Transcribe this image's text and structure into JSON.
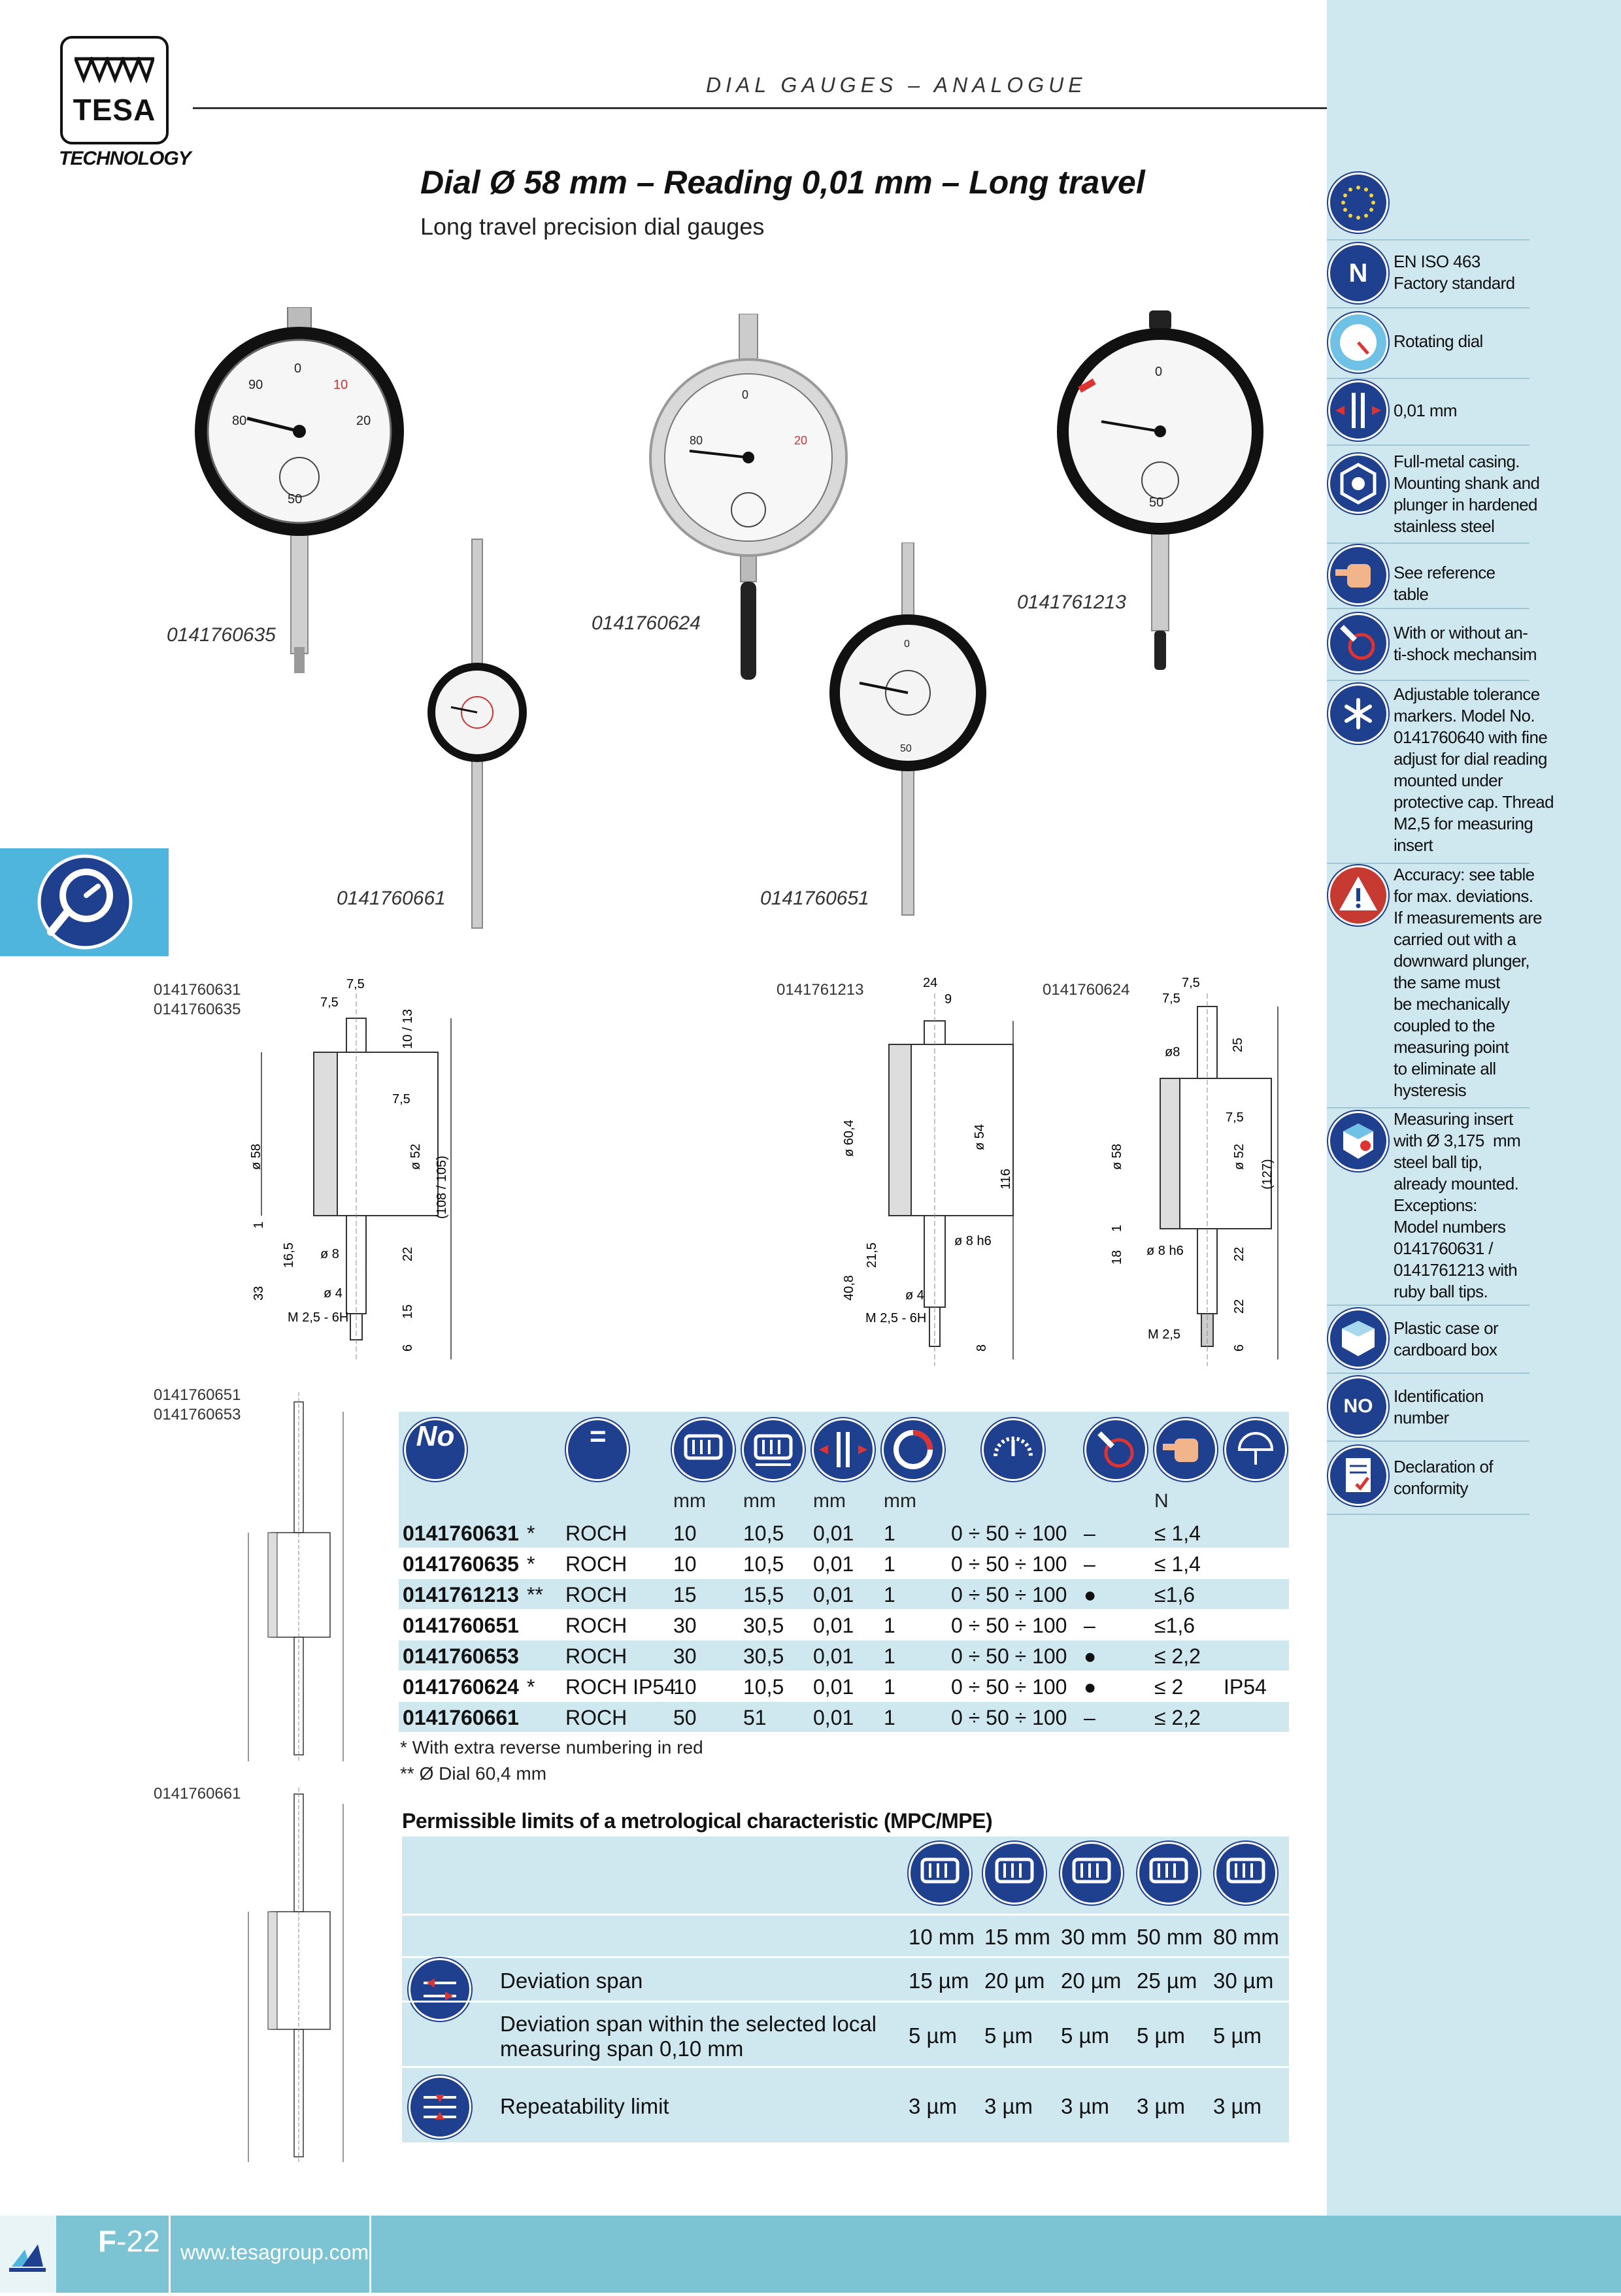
{
  "header": {
    "logo_text": "TESA",
    "logo_sub": "TECHNOLOGY",
    "section": "DIAL GAUGES – ANALOGUE",
    "title": "Dial  Ø 58 mm – Reading 0,01 mm – Long travel",
    "subtitle": "Long travel precision dial gauges"
  },
  "features": [
    {
      "icon": "eu-stars-icon",
      "text": ""
    },
    {
      "icon": "standard-n-icon",
      "text": "EN ISO 463\nFactory standard"
    },
    {
      "icon": "rotating-dial-icon",
      "text": "Rotating dial"
    },
    {
      "icon": "reading-icon",
      "text": "0,01 mm"
    },
    {
      "icon": "metal-casing-icon",
      "text": "Full-metal casing.\nMounting shank and\nplunger in hardened\nstainless steel"
    },
    {
      "icon": "hand-icon",
      "text": "See reference table"
    },
    {
      "icon": "anti-shock-icon",
      "text": "With or without an-\nti-shock mechansim"
    },
    {
      "icon": "tolerance-markers-icon",
      "text": "Adjustable tolerance\nmarkers. Model No.\n0141760640 with fine\nadjust for dial reading\nmounted under\nprotective cap. Thread\nM2,5 for measuring\ninsert"
    },
    {
      "icon": "warning-icon",
      "text": "Accuracy: see table\nfor max. deviations.\nIf measurements are\ncarried out with a\ndownward plunger,\nthe same must\nbe mechanically\ncoupled to the\nmeasuring point\nto eliminate all\nhysteresis"
    },
    {
      "icon": "ball-tip-icon",
      "text": "Measuring insert\nwith Ø 3,175  mm\nsteel ball tip,\nalready mounted.\nExceptions:\nModel numbers\n0141760631 /\n0141761213 with\nruby ball tips."
    },
    {
      "icon": "case-icon",
      "text": "Plastic case or\ncardboard box"
    },
    {
      "icon": "id-number-icon",
      "text": "Identification\nnumber"
    },
    {
      "icon": "conformity-icon",
      "text": "Declaration of\nconformity"
    }
  ],
  "gauges": [
    {
      "part": "0141760635",
      "bezel": "#111111"
    },
    {
      "part": "0141760661",
      "bezel": "#111111"
    },
    {
      "part": "0141760624",
      "bezel": "#d9d9d9"
    },
    {
      "part": "0141760651",
      "bezel": "#111111"
    },
    {
      "part": "0141761213",
      "bezel": "#111111"
    }
  ],
  "drawings": {
    "d1_label": "0141760631\n0141760635",
    "d2_label": "0141761213",
    "d3_label": "0141760624",
    "d4_label": "0141760651\n0141760653",
    "d5_label": "0141760661",
    "d1": {
      "a": "7,5",
      "b": "7,5",
      "c": "10 / 13",
      "d": "7,5",
      "e": "ø 58",
      "f": "ø 52",
      "g": "(108 / 105)",
      "h": "16,5",
      "i": "1",
      "j": "ø 8",
      "k": "22",
      "l": "33",
      "m": "ø 4",
      "n": "M 2,5 - 6H",
      "o": "15",
      "p": "6"
    },
    "d2": {
      "a": "24",
      "b": "9",
      "e": "ø 60,4",
      "f": "ø 54",
      "g": "116",
      "h": "21,5",
      "j": "ø 8 h6",
      "l": "40,8",
      "m": "ø 4",
      "n": "M 2,5 - 6H",
      "p": "8"
    },
    "d3": {
      "a": "7,5",
      "b": "7,5",
      "c": "25",
      "j1": "ø8",
      "d": "7,5",
      "e": "ø 58",
      "f": "ø 52",
      "g": "(127)",
      "i": "1",
      "h": "18",
      "j": "ø 8 h6",
      "k": "22",
      "k2": "22",
      "n": "M 2,5",
      "p": "6"
    }
  },
  "table": {
    "header_icons": [
      "id-number-icon",
      "brand-icon",
      "range-icon",
      "travel-icon",
      "reading-icon",
      "revolution-icon",
      "dial-icon",
      "anti-shock-icon",
      "force-icon",
      "ip-icon"
    ],
    "units": [
      "mm",
      "mm",
      "mm",
      "mm",
      "N"
    ],
    "rows": [
      [
        "0141760631",
        "*",
        "ROCH",
        "10",
        "10,5",
        "0,01",
        "1",
        "0 ÷ 50 ÷ 100",
        "–",
        "≤ 1,4",
        ""
      ],
      [
        "0141760635",
        "*",
        "ROCH",
        "10",
        "10,5",
        "0,01",
        "1",
        "0 ÷ 50 ÷ 100",
        "–",
        "≤ 1,4",
        ""
      ],
      [
        "0141761213",
        "**",
        "ROCH",
        "15",
        "15,5",
        "0,01",
        "1",
        "0 ÷ 50 ÷ 100",
        "●",
        "≤1,6",
        ""
      ],
      [
        "0141760651",
        "",
        "ROCH",
        "30",
        "30,5",
        "0,01",
        "1",
        "0 ÷ 50 ÷ 100",
        "–",
        "≤1,6",
        ""
      ],
      [
        "0141760653",
        "",
        "ROCH",
        "30",
        "30,5",
        "0,01",
        "1",
        "0 ÷ 50 ÷ 100",
        "●",
        "≤ 2,2",
        ""
      ],
      [
        "0141760624",
        "*",
        "ROCH IP54",
        "10",
        "10,5",
        "0,01",
        "1",
        "0 ÷ 50 ÷ 100",
        "●",
        "≤ 2",
        "IP54"
      ],
      [
        "0141760661",
        "",
        "ROCH",
        "50",
        "51",
        "0,01",
        "1",
        "0 ÷ 50 ÷ 100",
        "–",
        "≤ 2,2",
        ""
      ]
    ],
    "notes": [
      "* With extra reverse numbering in red",
      "** Ø Dial 60,4 mm"
    ]
  },
  "limits": {
    "title": "Permissible limits of a metrological characteristic (MPC/MPE)",
    "columns": [
      "10 mm",
      "15 mm",
      "30 mm",
      "50 mm",
      "80 mm"
    ],
    "rows": [
      {
        "label": "Deviation span",
        "values": [
          "15 µm",
          "20 µm",
          "20 µm",
          "25 µm",
          "30 µm"
        ]
      },
      {
        "label": "Deviation span within the selected local\nmeasuring span 0,10 mm",
        "values": [
          "5 µm",
          "5 µm",
          "5 µm",
          "5 µm",
          "5 µm"
        ]
      },
      {
        "label": "Repeatability limit",
        "values": [
          "3 µm",
          "3 µm",
          "3 µm",
          "3 µm",
          "3 µm"
        ]
      }
    ]
  },
  "footer": {
    "page_letter": "F",
    "page_number": "-22",
    "url": "www.tesagroup.com"
  },
  "colors": {
    "accent": "#1f3f8f",
    "panel": "#cfe7ef",
    "footer": "#7cc3d4",
    "tab": "#4fb5dc"
  }
}
